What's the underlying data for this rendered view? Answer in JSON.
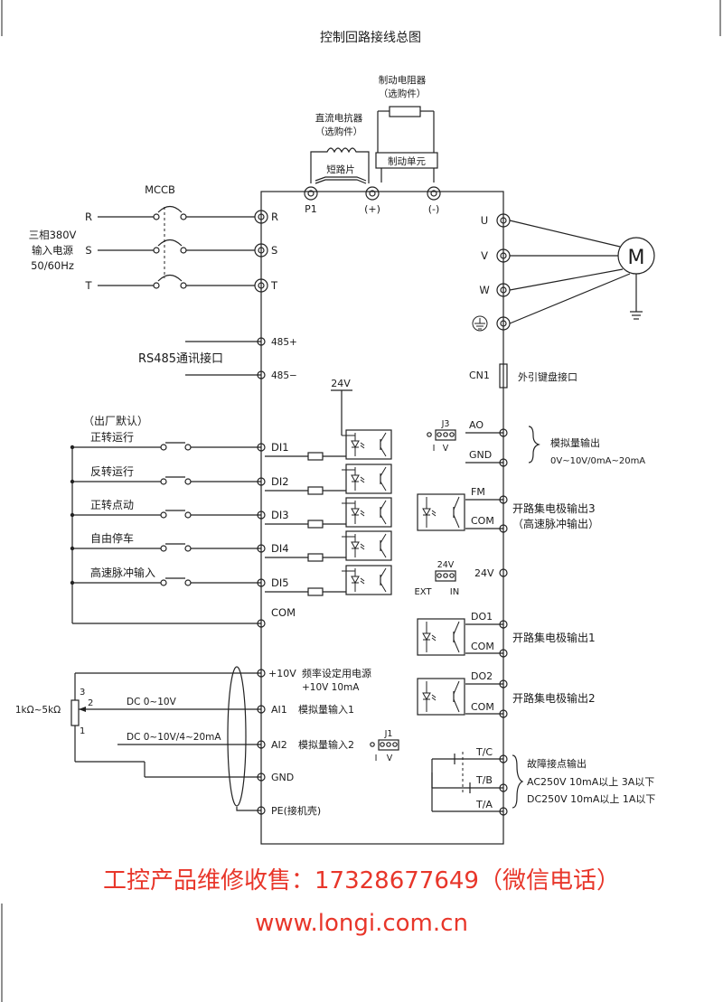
{
  "title": "控制回路接线总图",
  "top": {
    "brake_resistor": "制动电阻器",
    "brake_resistor_opt": "（选购件）",
    "dc_reactor": "直流电抗器",
    "dc_reactor_opt": "（选购件）",
    "short_bar": "短路片",
    "brake_unit": "制动单元",
    "p1": "P1",
    "plus": "(+)",
    "minus": "(-)"
  },
  "power": {
    "mccb": "MCCB",
    "r": "R",
    "s": "S",
    "t": "T",
    "source_line1": "三相380V",
    "source_line2": "输入电源",
    "source_line3": "50/60Hz"
  },
  "motor": {
    "u": "U",
    "v": "V",
    "w": "W",
    "m": "M"
  },
  "rs485": {
    "label": "RS485通讯接口",
    "plus": "485+",
    "minus": "485−"
  },
  "cn1": {
    "label": "CN1",
    "desc": "外引键盘接口"
  },
  "di": {
    "v24": "24V",
    "factory": "（出厂默认）",
    "items": [
      {
        "func": "正转运行",
        "term": "DI1"
      },
      {
        "func": "反转运行",
        "term": "DI2"
      },
      {
        "func": "正转点动",
        "term": "DI3"
      },
      {
        "func": "自由停车",
        "term": "DI4"
      },
      {
        "func": "高速脉冲输入",
        "term": "DI5"
      }
    ],
    "com": "COM"
  },
  "analog_out": {
    "j3": "J3",
    "jumper_i": "I",
    "jumper_v": "V",
    "ao": "AO",
    "gnd": "GND",
    "desc1": "模拟量输出",
    "desc2": "0V~10V/0mA~20mA"
  },
  "fm": {
    "fm": "FM",
    "com": "COM",
    "desc1": "开路集电极输出3",
    "desc2": "（高速脉冲输出）"
  },
  "ext24": {
    "v24": "24V",
    "ext": "EXT",
    "in": "IN",
    "term": "24V"
  },
  "do1": {
    "do": "DO1",
    "com": "COM",
    "desc": "开路集电极输出1"
  },
  "do2": {
    "do": "DO2",
    "com": "COM",
    "desc": "开路集电极输出2"
  },
  "analog_in": {
    "pot": "1kΩ~5kΩ",
    "p3": "3",
    "p2": "2",
    "p1": "1",
    "dc1": "DC 0~10V",
    "dc2": "DC 0~10V/4~20mA",
    "v10": "+10V",
    "v10_desc1": "频率设定用电源",
    "v10_desc2": "+10V 10mA",
    "ai1": "AI1",
    "ai1_desc": "模拟量输入1",
    "ai2": "AI2",
    "ai2_desc": "模拟量输入2",
    "j1": "J1",
    "j1_i": "I",
    "j1_v": "V",
    "gnd": "GND",
    "pe": "PE(接机壳)"
  },
  "relay": {
    "tc": "T/C",
    "tb": "T/B",
    "ta": "T/A",
    "desc1": "故障接点输出",
    "desc2": "AC250V 10mA以上 3A以下",
    "desc3": "DC250V 10mA以上 1A以下"
  },
  "ad": {
    "line1": "工控产品维修收售：17328677649（微信电话）",
    "line2": "www.longi.com.cn",
    "color": "#e8362a"
  }
}
